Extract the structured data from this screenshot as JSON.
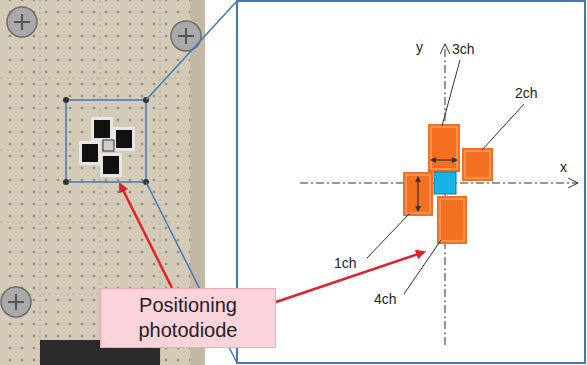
{
  "diagram": {
    "nodes": [
      {
        "text": [
          "Positioning photodiode"
        ]
      }
    ],
    "labels": [
      "y",
      "x",
      "3ch",
      "2ch",
      "1ch",
      "4ch"
    ]
  }
}
